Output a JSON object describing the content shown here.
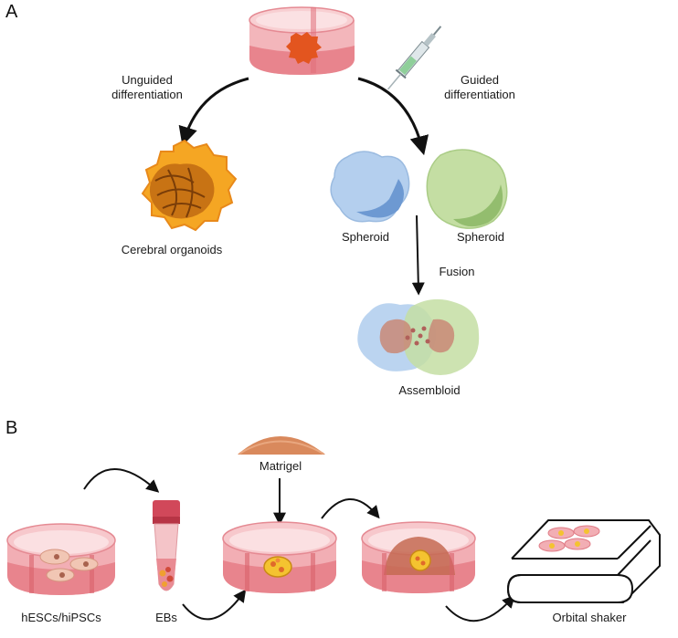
{
  "panel_a": {
    "letter": "A",
    "unguided": [
      "Unguided",
      "differentiation"
    ],
    "guided": [
      "Guided",
      "differentiation"
    ],
    "cerebral": "Cerebral organoids",
    "spheroid_left": "Spheroid",
    "spheroid_right": "Spheroid",
    "fusion": "Fusion",
    "assembloid": "Assembloid"
  },
  "panel_b": {
    "letter": "B",
    "matrigel": "Matrigel",
    "hescs": "hESCs/hiPSCs",
    "ebs": "EBs",
    "orbital": "Orbital shaker"
  },
  "colors": {
    "dish_fill": "#f2aeb4",
    "dish_rim": "#e07c86",
    "organoid_orange": "#f29a1a",
    "spheroid_blue": "#a9c8ea",
    "spheroid_green": "#b9d79a",
    "matrigel": "#d98a5f"
  }
}
